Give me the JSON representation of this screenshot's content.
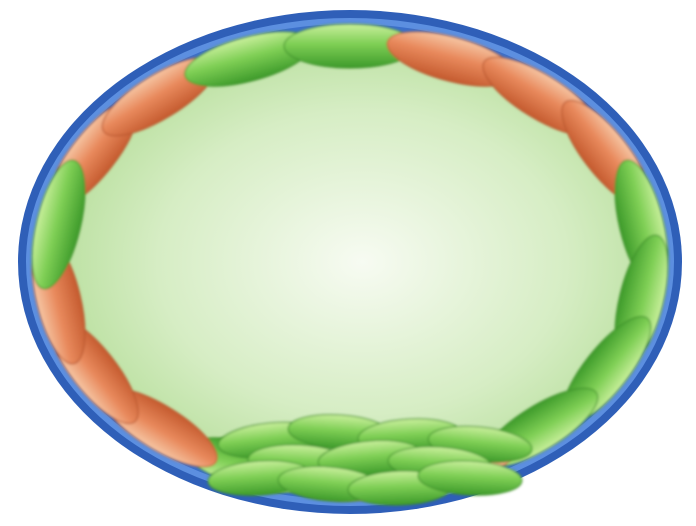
{
  "illustration": {
    "subject": "oval-cell-with-segment-ring",
    "colors": {
      "membrane_outer": "#2f5fb8",
      "membrane_inner": "#5c8fe0",
      "interior_center": "#f7fbf2",
      "interior_edge": "#a9d889",
      "segment_green": "#6cc24a",
      "segment_green_light": "#c9ef9c",
      "segment_orange": "#e07a4f",
      "segment_orange_light": "#f6c6a4",
      "background": "#ffffff"
    },
    "ring": {
      "pattern": [
        "orange",
        "orange",
        "green",
        "green",
        "orange",
        "orange",
        "orange",
        "green",
        "green",
        "green",
        "green",
        "orange",
        "orange",
        "green",
        "orange",
        "orange",
        "orange",
        "green"
      ]
    },
    "cluster": {
      "location": "bottom",
      "color": "green"
    }
  }
}
